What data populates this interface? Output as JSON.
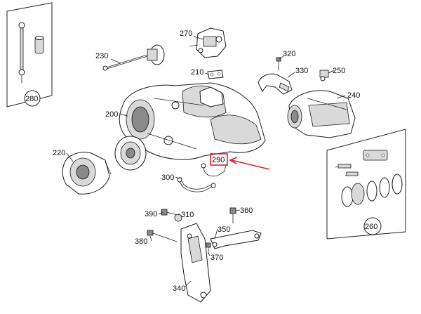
{
  "labels": {
    "l270": "270",
    "l230": "230",
    "l210": "210",
    "l320": "320",
    "l330": "330",
    "l250": "250",
    "l240": "240",
    "l200": "200",
    "l220": "220",
    "l290": "290",
    "l300": "300",
    "l390": "390",
    "l310": "310",
    "l360": "360",
    "l380": "380",
    "l350": "350",
    "l370": "370",
    "l340": "340",
    "l280": "280",
    "l260": "260"
  },
  "colors": {
    "highlight": "#e0202a",
    "line": "#222222",
    "background": "#ffffff"
  }
}
